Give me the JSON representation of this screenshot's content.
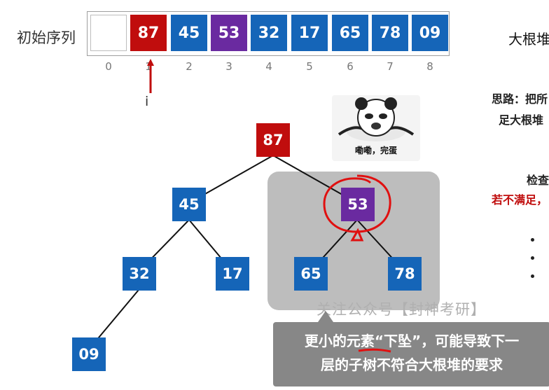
{
  "array": {
    "label": "初始序列",
    "cells": [
      {
        "value": "",
        "color": "#ffffff"
      },
      {
        "value": "87",
        "color": "#c00d0d"
      },
      {
        "value": "45",
        "color": "#1565b8"
      },
      {
        "value": "53",
        "color": "#6a2aa0"
      },
      {
        "value": "32",
        "color": "#1565b8"
      },
      {
        "value": "17",
        "color": "#1565b8"
      },
      {
        "value": "65",
        "color": "#1565b8"
      },
      {
        "value": "78",
        "color": "#1565b8"
      },
      {
        "value": "09",
        "color": "#1565b8"
      }
    ],
    "indices": [
      "0",
      "1",
      "2",
      "3",
      "4",
      "5",
      "6",
      "7",
      "8"
    ],
    "pointer_label": "i"
  },
  "tree": {
    "nodes": [
      {
        "id": "n1",
        "value": "87",
        "color": "#c00d0d"
      },
      {
        "id": "n2",
        "value": "45",
        "color": "#1565b8"
      },
      {
        "id": "n3",
        "value": "53",
        "color": "#6a2aa0"
      },
      {
        "id": "n4",
        "value": "32",
        "color": "#1565b8"
      },
      {
        "id": "n5",
        "value": "17",
        "color": "#1565b8"
      },
      {
        "id": "n6",
        "value": "65",
        "color": "#1565b8"
      },
      {
        "id": "n7",
        "value": "78",
        "color": "#1565b8"
      },
      {
        "id": "n8",
        "value": "09",
        "color": "#1565b8"
      }
    ]
  },
  "meme": {
    "caption": "嘞嘞，完蛋"
  },
  "right_panel": {
    "title": "大根堆",
    "line1": "思路：把所",
    "line2": "足大根堆",
    "line3": "检查",
    "line4": "若不满足，"
  },
  "watermark": "关注公众号【封神考研】",
  "tooltip": {
    "line1_before": "更小的元素",
    "line1_highlight": "“下坠”",
    "line1_after": "，可能导致下一",
    "line2": "层的子树不符合大根堆的要求"
  }
}
